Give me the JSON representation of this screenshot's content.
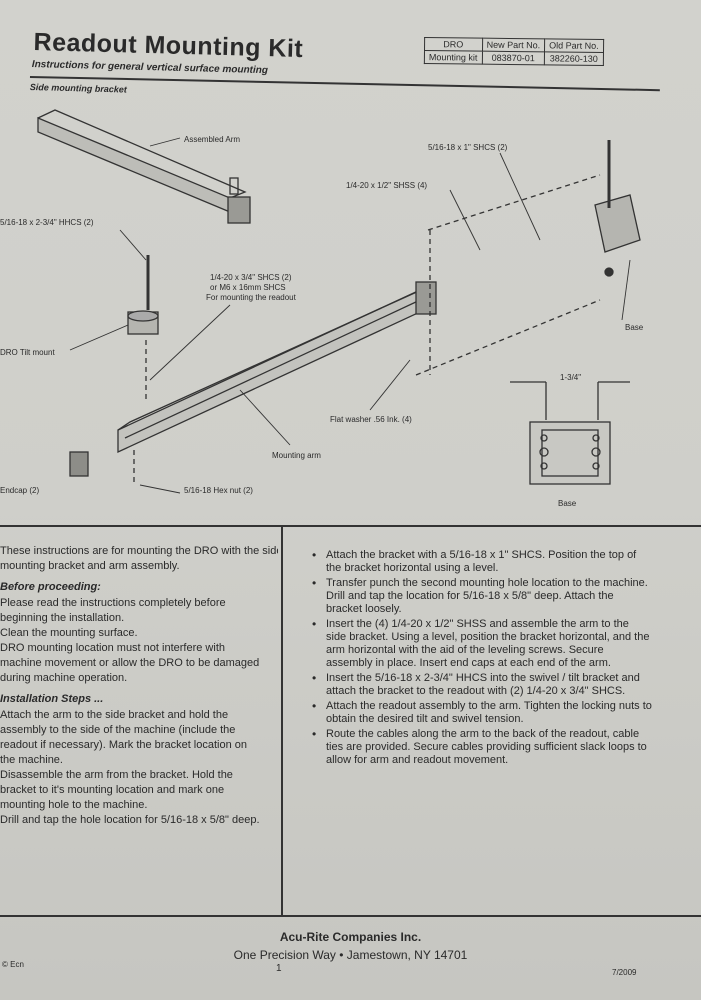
{
  "header": {
    "title": "Readout Mounting Kit",
    "subtitle": "Instructions for general vertical surface mounting",
    "section_label": "Side mounting bracket"
  },
  "part_table": {
    "headers": [
      "DRO",
      "New Part No.",
      "Old Part No."
    ],
    "row": [
      "Mounting kit",
      "083870-01",
      "382260-130"
    ]
  },
  "diagram_labels": {
    "assembled_arm": "Assembled Arm",
    "shcs_5_16": "5/16-18 x 1\" SHCS (2)",
    "shss_1_4": "1/4-20 x 1/2\" SHSS (4)",
    "hhcs": "5/16-18 x 2-3/4\" HHCS (2)",
    "shcs_1_4_a": "1/4-20 x 3/4\" SHCS (2)",
    "shcs_1_4_b": "or M6 x 16mm SHCS",
    "shcs_1_4_c": "For mounting the readout",
    "dro_tilt_mount": "DRO Tilt mount",
    "base": "Base",
    "dimension": "1-3/4\"",
    "flat_washer": "Flat washer .56 Ink. (4)",
    "mounting_arm": "Mounting arm",
    "endcap": "Endcap (2)",
    "hex_nut": "5/16-18 Hex nut (2)",
    "base2": "Base"
  },
  "left_col": {
    "intro_lines": [
      "These instructions are for mounting the DRO with the side",
      "mounting bracket and arm assembly."
    ],
    "before_heading": "Before proceeding:",
    "before_lines": [
      "Please read the instructions completely before",
      "beginning the installation.",
      "Clean the mounting surface.",
      "DRO mounting location must not interfere with",
      "machine movement or allow the DRO to be damaged",
      "during machine operation."
    ],
    "steps_heading": "Installation Steps ...",
    "steps_lines": [
      "Attach the arm to the side bracket and hold the",
      "assembly to the side of the machine (include the",
      "readout if necessary). Mark the bracket location on",
      "the machine.",
      "Disassemble the arm from the bracket. Hold the",
      "bracket to it's mounting location and mark one",
      "mounting hole to the machine.",
      "Drill and tap the hole location for 5/16-18 x 5/8\" deep."
    ]
  },
  "right_col": {
    "bullets": [
      "Attach the bracket with a 5/16-18 x 1\" SHCS. Position the top of the bracket horizontal using a level.",
      "Transfer punch the second mounting hole location to the machine. Drill and tap the location for 5/16-18 x 5/8\" deep. Attach the bracket loosely.",
      "Insert the (4) 1/4-20 x 1/2\" SHSS and assemble the arm to the side bracket. Using a level, position the bracket horizontal, and the arm horizontal with the aid of the leveling screws. Secure assembly in place. Insert end caps at each end of the arm.",
      "Insert the 5/16-18 x 2-3/4\" HHCS into the swivel / tilt bracket and attach the bracket to the readout with (2) 1/4-20 x 3/4\" SHCS.",
      "Attach the readout assembly to the arm. Tighten the locking nuts to obtain the desired tilt and swivel tension.",
      "Route the cables along the arm to the back of the readout, cable ties are provided. Secure cables providing sufficient slack loops to allow for arm and readout movement."
    ],
    "bullet_char": "•"
  },
  "footer": {
    "company": "Acu-Rite Companies Inc.",
    "address": "One Precision Way • Jamestown, NY 14701",
    "page": "1",
    "left_code": "© Ecn",
    "right_code": "7/2009"
  }
}
